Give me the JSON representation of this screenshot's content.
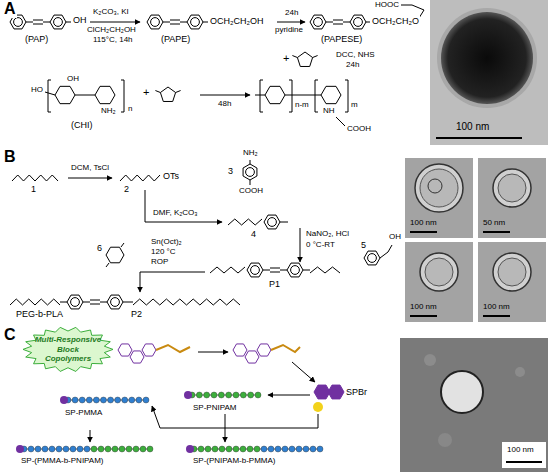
{
  "diagram": {
    "nodes": [
      {
        "text": [
          "Multi-Responsive Block Copolymers"
        ]
      }
    ],
    "labels": [
      "A",
      "OH",
      "(PAP)",
      "K₂CO₃, KI",
      "ClCH₂CH₂OH",
      "115°C, 14h",
      "OCH₂CH₂OH",
      "(PAPE)",
      "24h",
      "pyridine",
      "OCH₂CH₂O",
      "HOOC",
      "(PAPESE)",
      "+",
      "DCC, NHS",
      "24h",
      "HO",
      "OH",
      "NH₂",
      "n",
      "(CHI)",
      "+",
      "48h",
      "NH",
      "COOH",
      "n-m",
      "m",
      "100 nm",
      "B",
      "1",
      "DCM, TsCl",
      "OTs",
      "2",
      "NH₂",
      "COOH",
      "3",
      "DMF, K₂CO₃",
      "4",
      "NaNO₂, HCl",
      "0 °C-RT",
      "OH",
      "5",
      "P1",
      "Sn(Oct)₂",
      "120 °C",
      "ROP",
      "6",
      "PEG-b-PLA",
      "P2",
      "100 nm",
      "50 nm",
      "100 nm",
      "100 nm",
      "C",
      "SPBr",
      "SP-PMMA",
      "SP-PNIPAM",
      "SP-(PMMA-b-PNIPAM)",
      "SP-(PNIPAM-b-PMMA)",
      "100 nm"
    ]
  }
}
